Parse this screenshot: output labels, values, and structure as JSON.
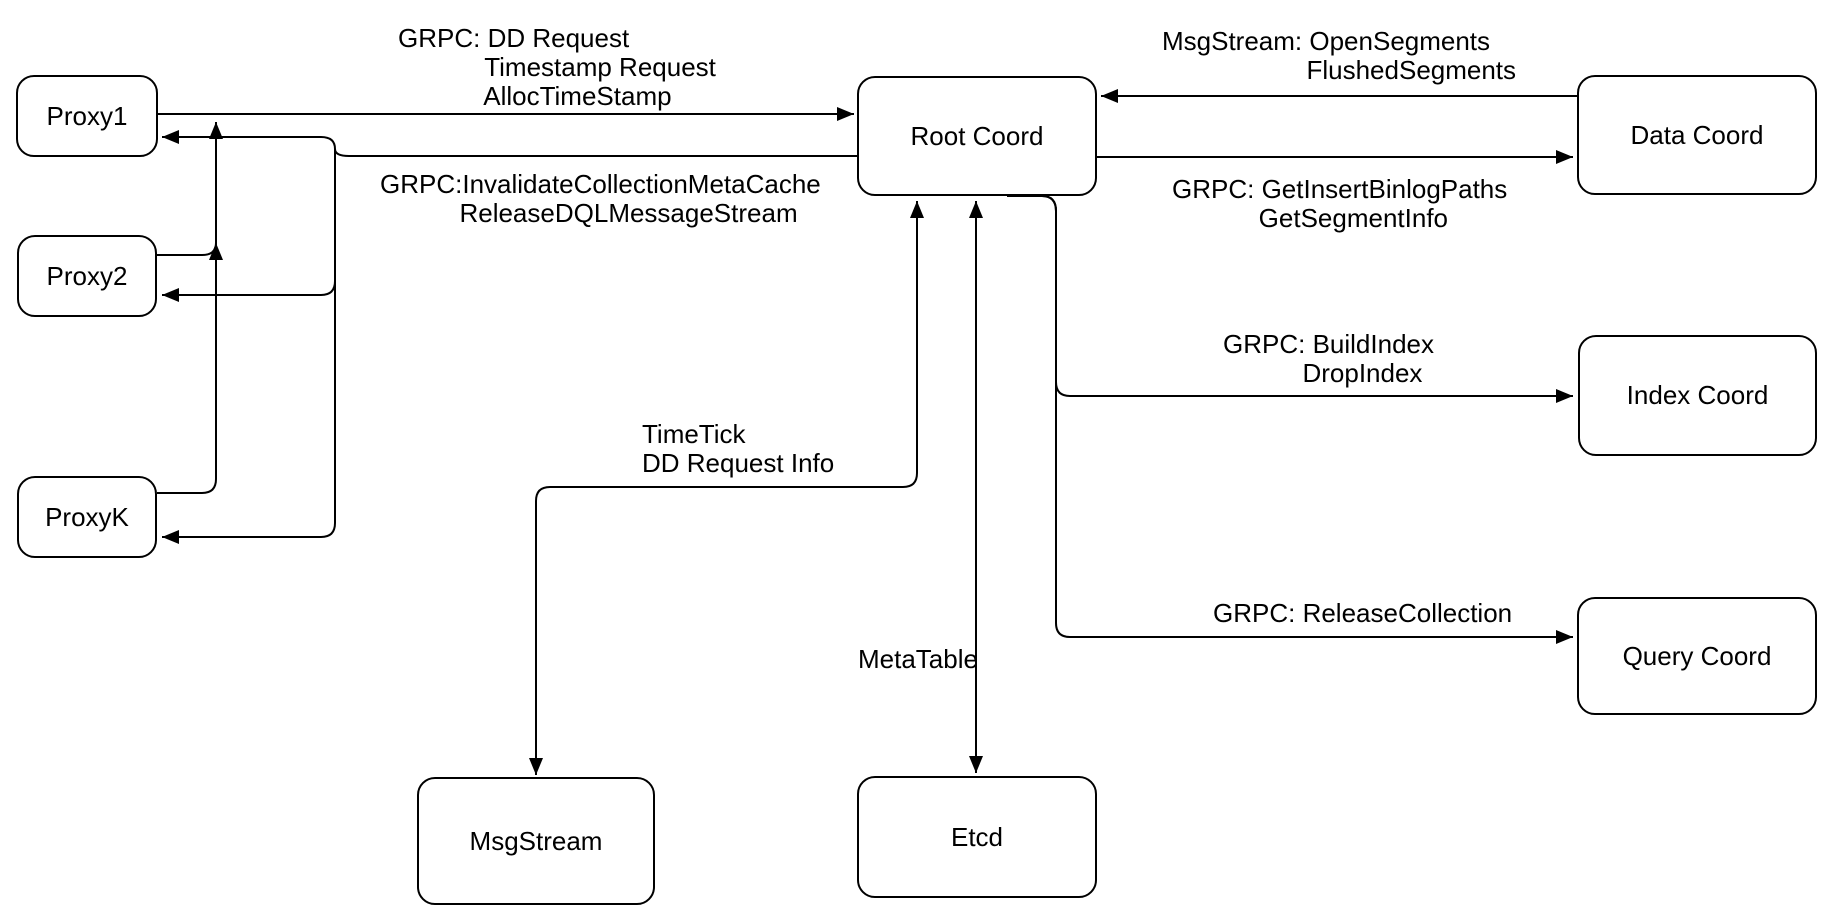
{
  "diagram": {
    "background_color": "#ffffff",
    "stroke_color": "#000000",
    "nodes": {
      "proxy1": "Proxy1",
      "proxy2": "Proxy2",
      "proxyk": "ProxyK",
      "root_coord": "Root Coord",
      "data_coord": "Data Coord",
      "index_coord": "Index Coord",
      "query_coord": "Query Coord",
      "msgstream": "MsgStream",
      "etcd": "Etcd"
    },
    "edge_labels": {
      "proxies_to_root": "GRPC: DD Request\n            Timestamp Request\n            AllocTimeStamp",
      "root_to_proxies": "GRPC:InvalidateCollectionMetaCache\n           ReleaseDQLMessageStream",
      "data_to_root": "MsgStream: OpenSegments\n                    FlushedSegments",
      "root_to_data": "GRPC: GetInsertBinlogPaths\n            GetSegmentInfo",
      "root_to_index": "GRPC: BuildIndex\n           DropIndex",
      "root_to_query": "GRPC: ReleaseCollection",
      "root_to_msgstream": "TimeTick\nDD Request Info",
      "root_to_etcd": "MetaTable"
    },
    "edges": [
      {
        "from": "Proxy1, Proxy2, ProxyK",
        "to": "Root Coord",
        "label": "GRPC: DD Request, Timestamp Request, AllocTimeStamp",
        "bidirectional": false
      },
      {
        "from": "Root Coord",
        "to": "Proxy1, Proxy2, ProxyK",
        "label": "GRPC:InvalidateCollectionMetaCache, ReleaseDQLMessageStream",
        "bidirectional": false
      },
      {
        "from": "Data Coord",
        "to": "Root Coord",
        "label": "MsgStream: OpenSegments, FlushedSegments",
        "bidirectional": false
      },
      {
        "from": "Root Coord",
        "to": "Data Coord",
        "label": "GRPC: GetInsertBinlogPaths, GetSegmentInfo",
        "bidirectional": false
      },
      {
        "from": "Root Coord",
        "to": "Index Coord",
        "label": "GRPC: BuildIndex, DropIndex",
        "bidirectional": false
      },
      {
        "from": "Root Coord",
        "to": "Query Coord",
        "label": "GRPC: ReleaseCollection",
        "bidirectional": false
      },
      {
        "from": "Root Coord",
        "to": "MsgStream",
        "label": "TimeTick, DD Request Info",
        "bidirectional": true
      },
      {
        "from": "Root Coord",
        "to": "Etcd",
        "label": "MetaTable",
        "bidirectional": true
      }
    ]
  }
}
